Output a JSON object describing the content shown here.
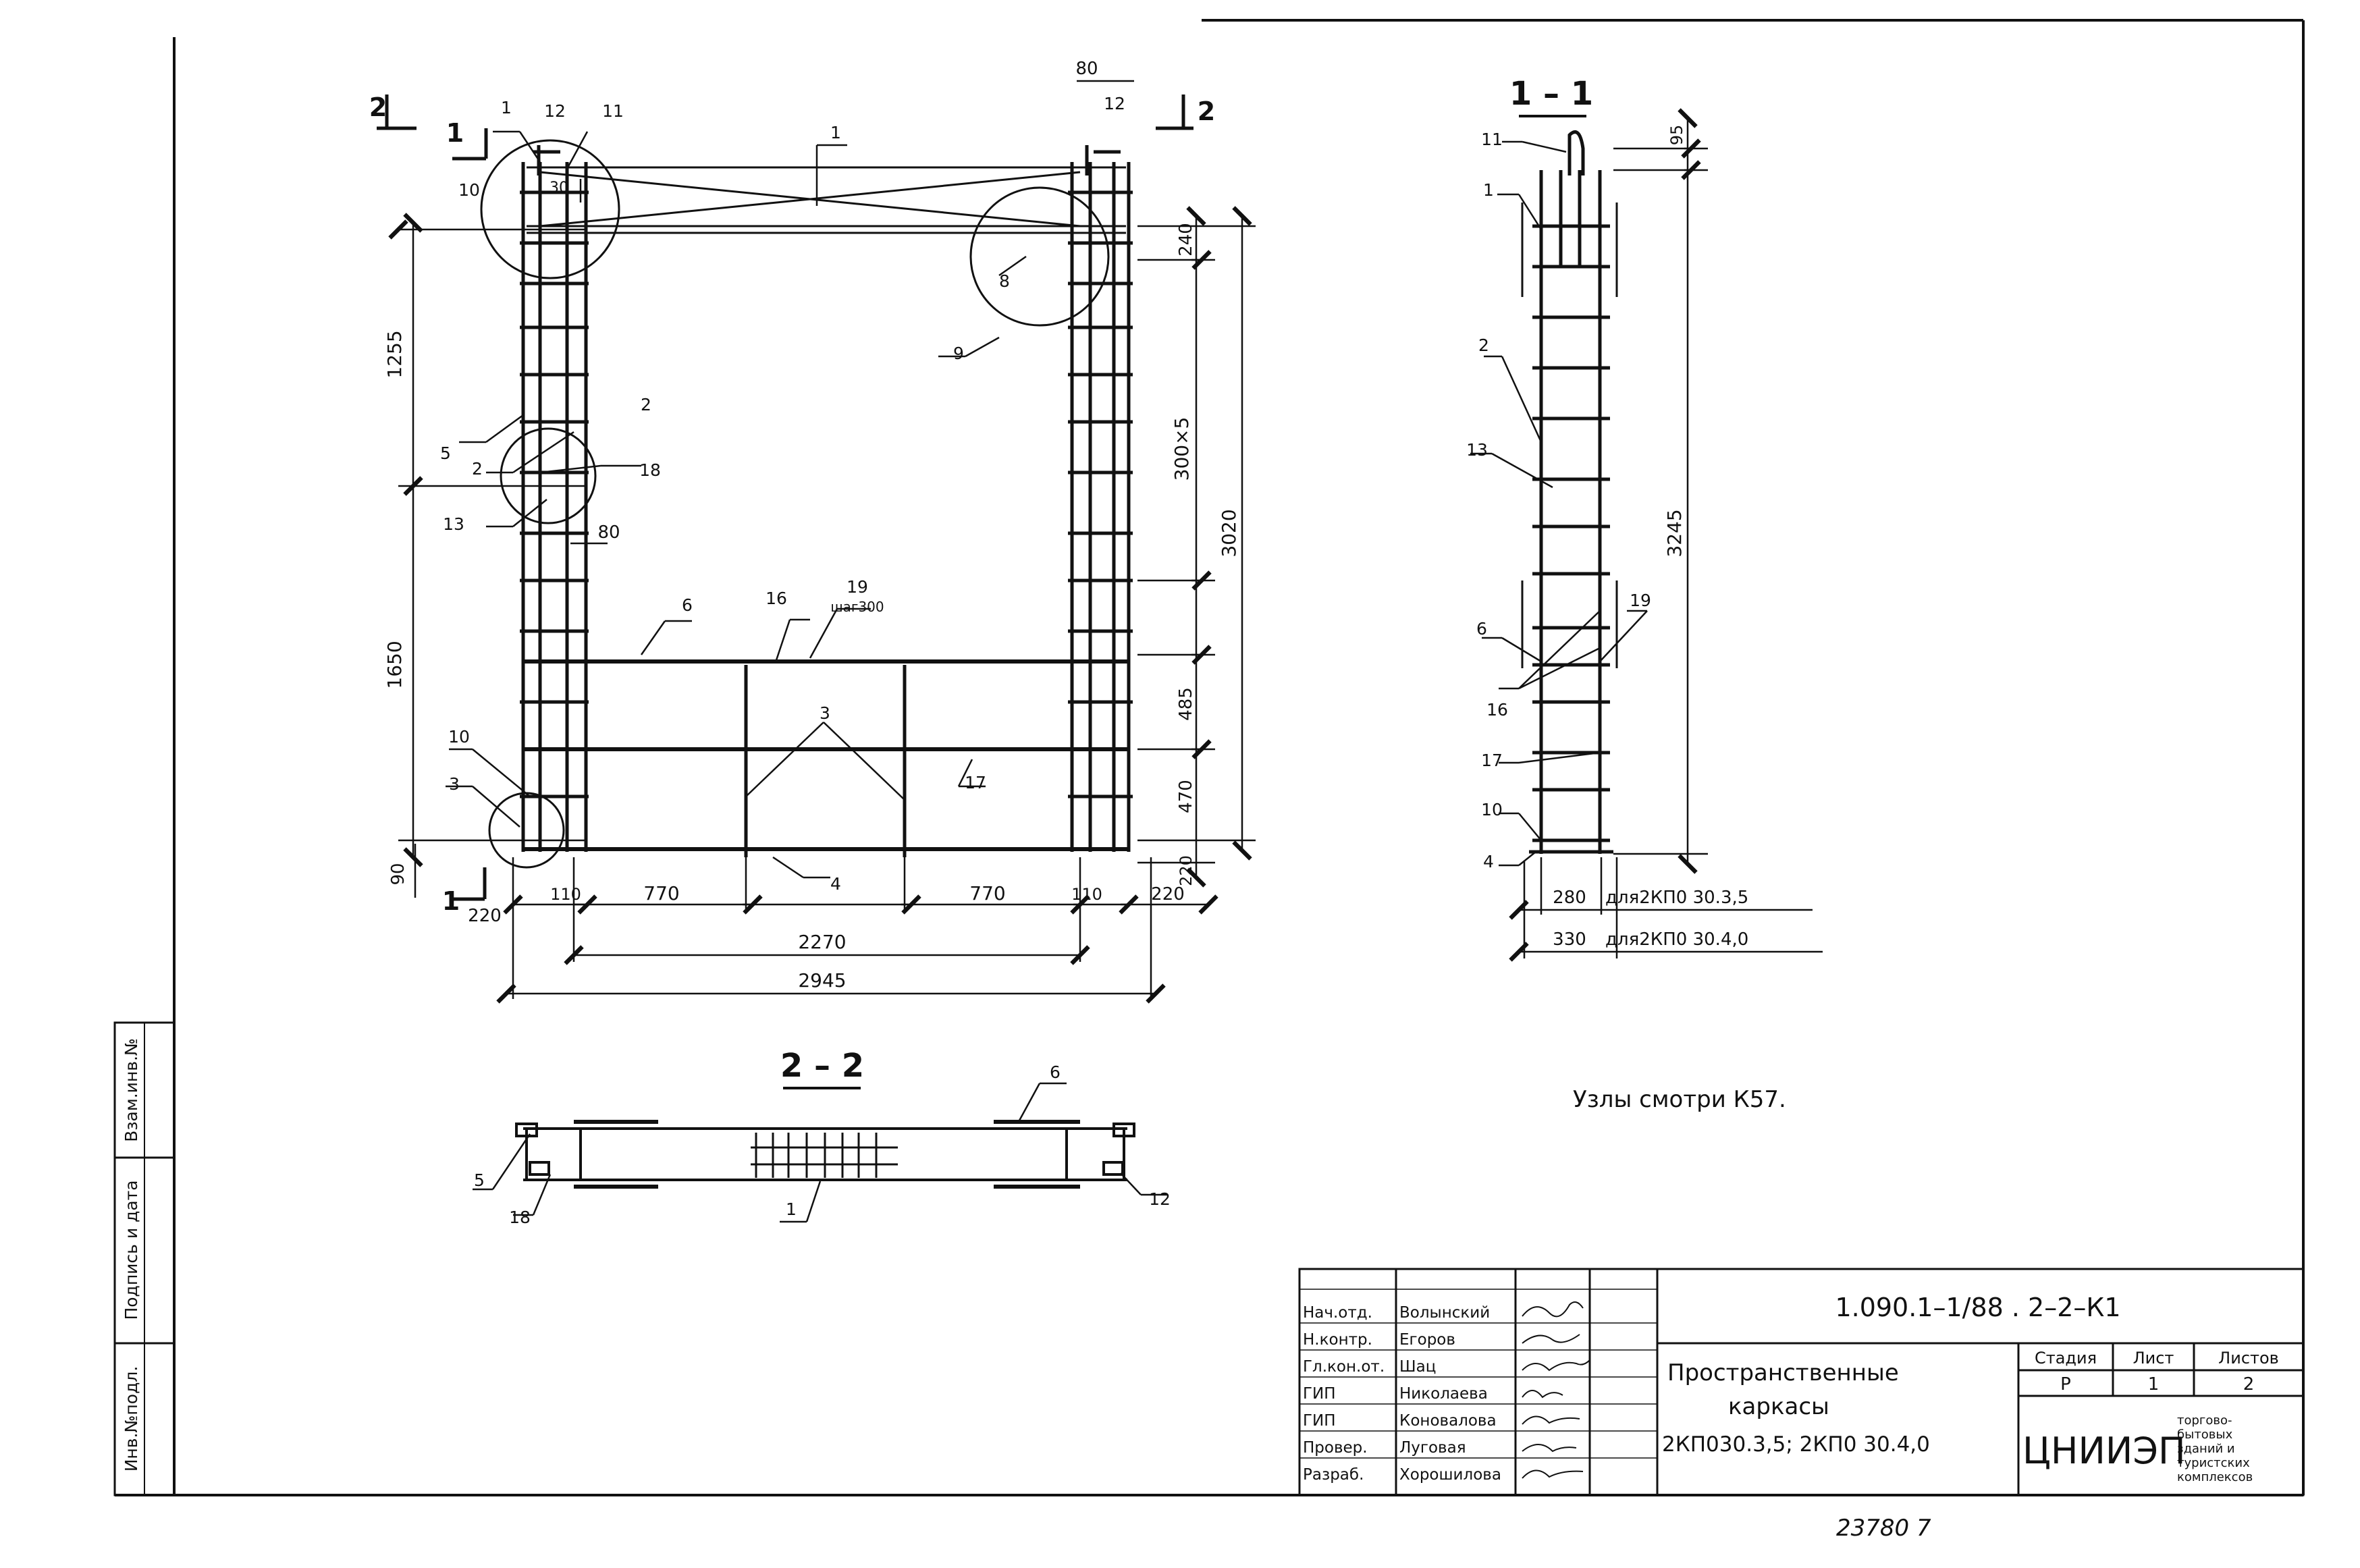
{
  "drawing": {
    "section_11_label": "1 – 1",
    "section_22_label": "2 – 2",
    "cut_marks": {
      "cut2": "2",
      "cut1": "1"
    },
    "note": "Узлы смотри К57.",
    "callouts": [
      "1",
      "2",
      "3",
      "4",
      "5",
      "6",
      "8",
      "9",
      "10",
      "11",
      "12",
      "13",
      "16",
      "17",
      "18",
      "19"
    ],
    "pitch_note": "шаг300",
    "dims_main": {
      "d80_top": "80",
      "d30": "30",
      "d80_mid": "80",
      "d1255": "1255",
      "d1650": "1650",
      "d90": "90",
      "d240": "240",
      "d300x5": "300×5",
      "d3020": "3020",
      "d485": "485",
      "d470": "470",
      "d220_v": "220",
      "d110_l": "110",
      "d770_l": "770",
      "d770_r": "770",
      "d110_r": "110",
      "d220_l": "220",
      "d220_r": "220",
      "d2270": "2270",
      "d2945": "2945"
    },
    "dims_section": {
      "d95": "95",
      "d3245": "3245",
      "w280": "280",
      "w280_note": "для2КП0 30.3,5",
      "w330": "330",
      "w330_note": "для2КП0 30.4,0"
    }
  },
  "title_block": {
    "doc_code": "1.090.1–1/88 . 2–2–К1",
    "title_lines": [
      "Пространственные",
      "каркасы",
      "2КП030.3,5; 2КП0 30.4,0"
    ],
    "roles": [
      "Нач.отд.",
      "Н.контр.",
      "Гл.кон.от.",
      "ГИП",
      "ГИП",
      "Провер.",
      "Разраб."
    ],
    "names": [
      "Волынский",
      "Егоров",
      "Шац",
      "Николаева",
      "Коновалова",
      "Луговая",
      "Хорошилова"
    ],
    "stage_header": "Стадия",
    "sheet_header": "Лист",
    "sheets_header": "Листов",
    "stage": "Р",
    "sheet": "1",
    "sheets": "2",
    "org": "ЦНИИЭП",
    "org_sub": [
      "торгово-",
      "бытовых",
      "зданий и",
      "туристских",
      "комплексов"
    ]
  },
  "side_stamp": [
    "Инв.№подл.",
    "Подпись и дата",
    "Взам.инв.№"
  ],
  "archive_number": "23780  7"
}
